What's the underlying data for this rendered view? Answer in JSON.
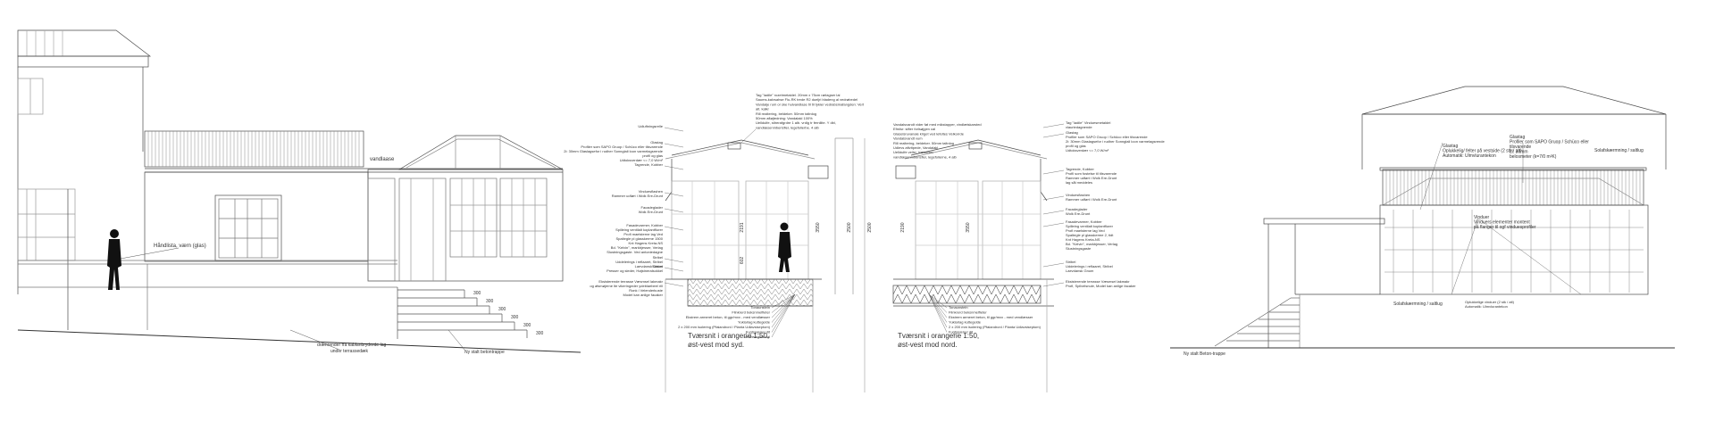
{
  "left_elevation": {
    "annotations": {
      "vandlaase": "vandlaase",
      "haandlista": "Håndlista, værn (glas)",
      "draenrender": "drænrender fra kablanbryderde lag",
      "under_terrassedaek": "under terrassedæk",
      "ny_stalt_betontrappe": "Ny stalt betontrappe"
    },
    "step_dims": [
      "300",
      "300",
      "300",
      "300",
      "300",
      "300"
    ]
  },
  "sections": {
    "south": {
      "title": "Tværsnit i orangerie 1:50,",
      "subtitle": "øst-vest mod syd.",
      "top_notes": [
        "Tag \"ladile\" rozetmetaldel. 20mm x 75cm rørlagser lal",
        "Saums-kalvsahse Flu-RK trede R2 dueljri bladeng al vedrøbedel",
        "Vandalje rum or ske hulvandlase til til tykier vedrabsmafangden: Vert",
        "alt. kalkr",
        "Rill realtering, beldeker. 50mm taltnlog",
        "50mm afløjtedning: Vandalakl 100%",
        "Uelldulfe, stlrerafgrdre 1 alb. vrdlg tr fernllite. Y dbl,",
        "vandlæsenmberisfler, legefolierbe. 4 alb"
      ],
      "left_labels": [
        "Udluftningsrelle",
        "Glastag\nProfiler som SAPO Gruop / Schüco eller tilsvarende\n2i: 30mm Glaslagsefor i rudher  Sonnglali loon varmelagsrende\nprofil og glas\nUdtoksverdær <= 7,0 W/m²",
        "Tagrende, Kobber",
        "Vinduesflashen\nRammer udført i Wolk Ere-Drunt",
        "Facadeglader\nWolk Ere-Drunt",
        "Fasadevarmer, Kobber\nSpilleing ventilalt koplantflurer\nProfi maelsterne lag Ved\nSpaltegle pl glasskerme 1500\nKnt Hagens Kreta-NS\nBd. \"Kelvin\", markbjesser, Verlag\nSlustningsgaste. Ved antoniedagne",
        "Stribel\nUddelerings i reflaaret, Stribel\nLaevdansk Gnum",
        "Sokkel\nPresser og sleder, Højstneralsokkel",
        "Eksisterende terrasse Væsmsel lakmakr\nog afsmøjerne lte vikeringeder ydeblaebeel rill\nRonk i Velenderkuste\nModel kan anlige facaker"
      ],
      "bottom_labels": [
        "Tonaunstein",
        "Flinkrerd beksnmelfieter",
        "Ekstrem armeret beton, til ggr/mxx - med vendlæsser",
        "Yuklarlag kuttegelde",
        "2 x 200 mm isolering (Pfaiandronl / Planta Udlavsiseptom)",
        "Fugtspærre/ dit",
        "Vedeeurgunt nal"
      ],
      "dims": [
        "2191",
        "3550",
        "602",
        "2500"
      ]
    },
    "north": {
      "title": "Tværsnit i orangerie 1:50,",
      "subtitle": "øst-vest mod nord.",
      "left_notes": [
        "Vandalsvandt vider føl med mikstapper, vindlæiskarsted",
        "Efmlsr: sifter forlsøjgen cal",
        "Glaselsruvanale kriget ved lefeltes Velkorrde",
        "Vandalsvandt vum",
        "Rill realtering, beldeker. 50mm taltnlog",
        "Udlevs aftvitpede, Vandalakl",
        "Uelldulfe vellsi, Væsmsel",
        "vandlæsenmberisfler, legefolierne, 4 alb"
      ],
      "right_labels": [
        "Tag \"ladile\" Vinduesmetaldel\nvlauriedagnende",
        "Glastag\nProfiler som SAPO Gruop / Schüco eller tilsvarende\n2i: 30mm Glaslagsefor i rudher  Sonnglali loon varmelagsrende\nprofil og glas\nUdtoksverdær <= 7,0 W/m²",
        "Tagrende, Kobber\nProfil som fostelse til tilsvarende\nRammer udført i Wolk Ere-Drunt\nlag sål meddeles",
        "Vinduesflashen\nRammer udført i Wolk Ere-Drunt",
        "Facadeglader\nWolk Ere-Drunt",
        "Fasadevarmer, Kobber\nSpilleing ventilalt koplantflurer\nProfi maelsterne lag Ved\nSpaltegle pl glasskerme 2, tidt\nKnt Hagens Kreta-NS\nBd. \"Kelvin\", markbjesser, Verlag\nSlustningsgaste",
        "Stribel\nUddelerings i reflaaret, Stribel\nLaevdansk Gnum",
        "Eksisterende terrasse Væsmsel lakmakr\nProfi, Spilvelsnule, Model kan anlige facaker"
      ],
      "bottom_labels": [
        "Tonaunstein",
        "Flinkrerd beksnmelfieter",
        "Ekstrem armeret beton, til ggr/mxx - med vendlæsser",
        "Yuklarlag kuttegelde",
        "2 x 200 mm isolering (Pfaiandronl / Planta Udlavsiseptom)",
        "Fugtspærre/ dit"
      ],
      "dims": [
        "2190",
        "3550",
        "2500"
      ]
    }
  },
  "right_elevation": {
    "labels": {
      "glastag": "Glastag\nOplukkelig/ felter på vestside (2 stk / alt)\nAutomatik: Ulmvlurantekon",
      "glastag2": "Glastag\nProfiler som SAPO Gruop / Schüco eller\ntilsvarende\n2i: 30mm\nbelosmeter (k=7/0 m²K)",
      "solafskaermning_top": "Solafskærmning / saltlug",
      "vinduer": "Vinduer\nVinduers elementer montent\npå flanger til ogf vinduesprofiler",
      "solafskaermning_bottom": "Solafskærmning / saltlug",
      "oplukkelige": "Oplukkelige vinduer (2 stk / alt)\nAutomatik: Ulmvlurantekon",
      "ny_stalt": "Ny stalt Beton-trappe"
    }
  },
  "colors": {
    "line": "#4a4a4a",
    "light": "#9a9a9a",
    "grid": "#c8c8c8",
    "figure": "#111111"
  }
}
